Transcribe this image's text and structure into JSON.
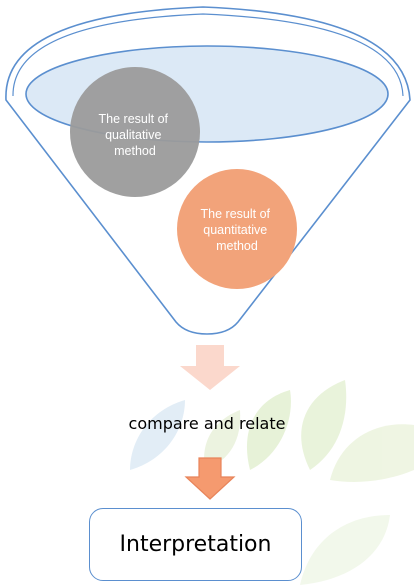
{
  "colors": {
    "funnel_outline": "#5b8fcf",
    "funnel_ellipse_fill": "#dce9f6",
    "qualitative_circle": "#9b9b9b",
    "quantitative_circle": "#f2a37a",
    "light_arrow": "#fbd8cc",
    "orange_arrow": "#f59a6f",
    "arrow_outline": "#e8845a",
    "box_border": "#5b8fcf",
    "watermark_green": "#dfeecb",
    "watermark_blue": "#d7e6f3"
  },
  "funnel": {
    "qualitative_lines": [
      "The result of",
      "qualitative",
      "method"
    ],
    "quantitative_lines": [
      "The result of",
      "quantitative",
      "method"
    ]
  },
  "step": {
    "label": "compare and relate"
  },
  "result": {
    "label": "Interpretation"
  }
}
